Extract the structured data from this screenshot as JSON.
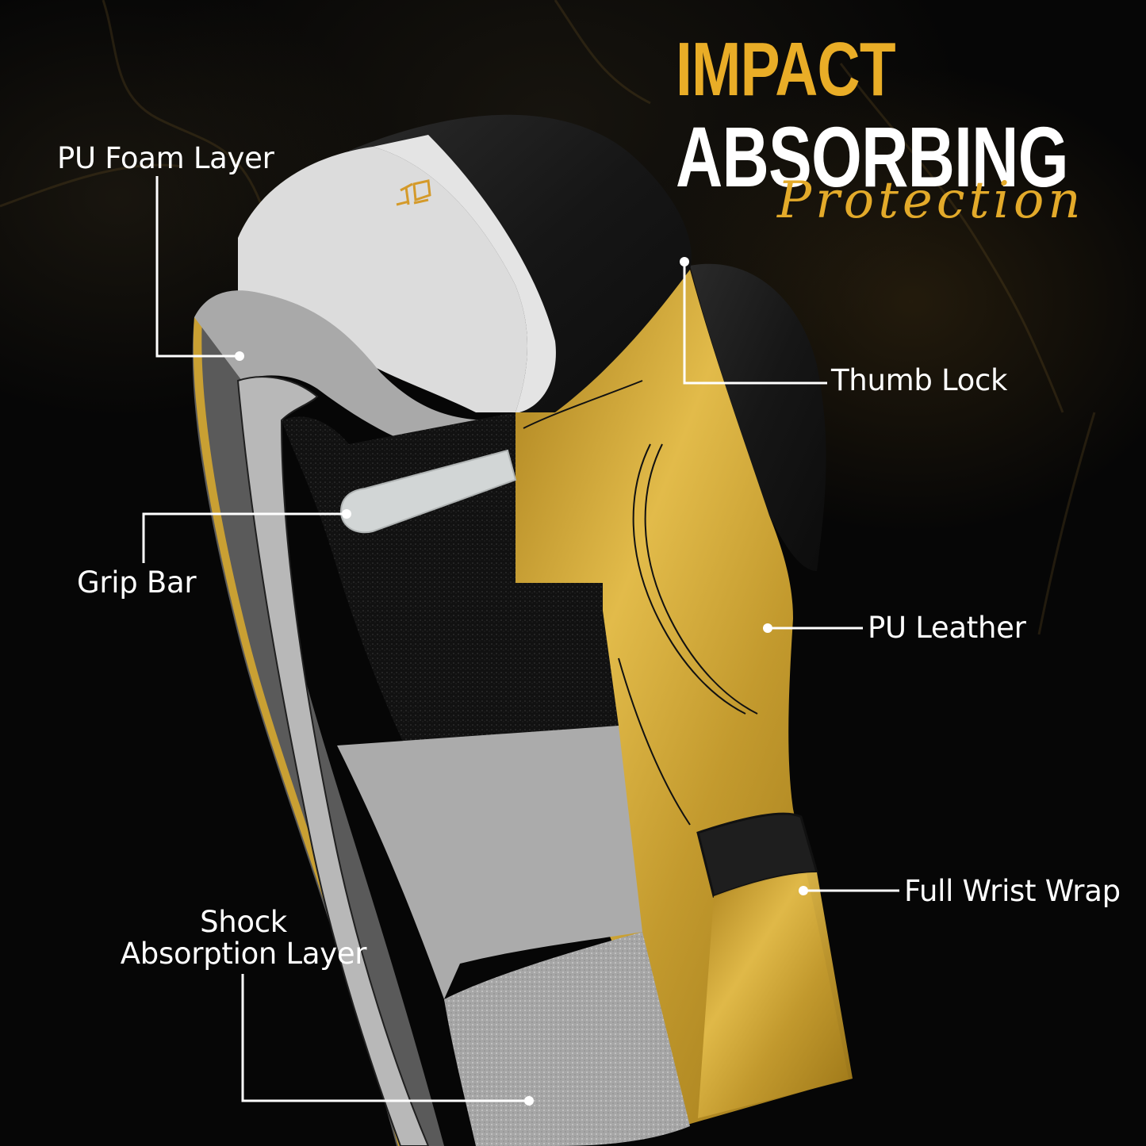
{
  "headline": {
    "line1": "IMPACT",
    "line2": "ABSORBING",
    "line3": "Protection"
  },
  "callouts": [
    {
      "id": "pu-foam-layer",
      "label": "PU Foam Layer"
    },
    {
      "id": "thumb-lock",
      "label": "Thumb Lock"
    },
    {
      "id": "grip-bar",
      "label": "Grip Bar"
    },
    {
      "id": "pu-leather",
      "label": "PU Leather"
    },
    {
      "id": "full-wrist-wrap",
      "label": "Full Wrist Wrap"
    },
    {
      "id": "shock-absorption-layer",
      "label_line1": "Shock",
      "label_line2": "Absorption Layer"
    }
  ],
  "colors": {
    "background": "#060606",
    "accent_gold": "#e9ad27",
    "text_white": "#ffffff",
    "glove_black": "#1b1b1b",
    "leather_gold": "#c9a033",
    "foam_white": "#dedede",
    "foam_gray": "#a8a8a8",
    "inner_black_foam": "#222222",
    "shock_layer_gray": "#9a9a9a"
  }
}
